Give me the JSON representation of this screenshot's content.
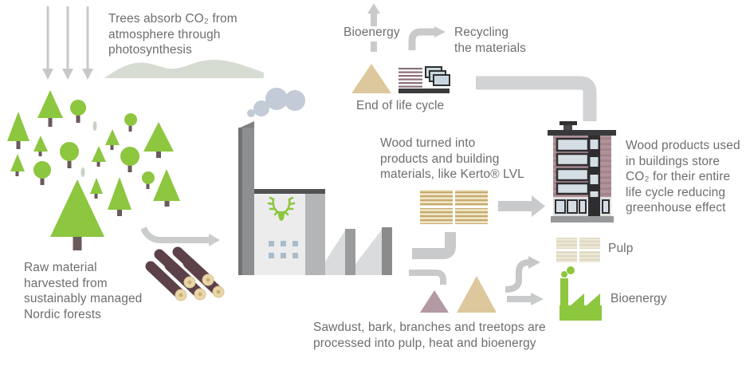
{
  "title": "Wood life cycle diagram",
  "labels": {
    "absorb": "Trees absorb CO₂ from\natmosphere through\nphotosynthesis",
    "raw_material": "Raw material\nharvested from\nsustainably managed\nNordic forests",
    "bioenergy_top": "Bioenergy",
    "recycling": "Recycling\nthe materials",
    "end_of_life": "End of life cycle",
    "wood_turned": "Wood turned into\nproducts and building\nmaterials, like Kerto® LVL",
    "wood_products": "Wood products used\nin buildings store\nCO₂ for their entire\nlife cycle reducing\ngreenhouse effect",
    "pulp": "Pulp",
    "bioenergy_bottom": "Bioenergy",
    "sawdust": "Sawdust, bark, branches and treetops are\nprocessed into pulp, heat and bioenergy"
  },
  "icons": {
    "co2-arrows-icon": "three gray arrows pointing down (CO2 absorption)",
    "hill-icon": "pale sage hill silhouette",
    "forest-icon": "green conifer and round trees with trunks",
    "harvest-arrow-icon": "curved gray arrow from forest to mill",
    "logs-icon": "stack of five harvested logs",
    "factory-icon": "wood mill with chimney, smoke and sawtooth roof",
    "moose-logo-icon": "green moose head logo on mill facade",
    "bioenergy-up-arrow-icon": "dashed gray arrow pointing up",
    "recycling-arrow-icon": "gray arrow curving up then right",
    "end-of-life-sawdust-icon": "tan triangle pile",
    "end-of-life-stack-icon": "striped material stack on dark base",
    "end-of-life-panels-icon": "three stacked framed panels",
    "building-pipe-icon": "thick gray pipe from building roof to end-of-life",
    "kerto-stack-icon": "2x2 stack of laminated veneer lumber",
    "arrow-to-building-icon": "fat gray arrow pointing right",
    "apartment-building-icon": "multi-storey wooden apartment building",
    "byproduct-pipe-icons": "two gray elbow pipes from mill",
    "bark-triangle-icon": "small mauve pile",
    "sawdust-triangle-icon": "large tan pile",
    "pulp-arrow-icon": "S-curved gray arrow up to pulp",
    "pulp-bales-icon": "2x2 cream pulp bales",
    "bioenergy-arrow-icon": "straight gray arrow right",
    "green-factory-icon": "green bioenergy plant with smoke"
  },
  "colors": {
    "accent_green": "#8DC63F",
    "text_gray": "#6D6E70",
    "arrow_gray": "#C9CACB",
    "pipe_gray": "#D2D3D4",
    "smoke_blue": "#C2CBD6",
    "hill_sage": "#D7DCD3",
    "tan": "#DCC89C",
    "mauve": "#B399A3",
    "log_brown": "#5C4149",
    "log_end": "#E8D6AA",
    "wall_mauve": "#B29299",
    "window_blue": "#D5DEE4",
    "dark": "#323234",
    "kerto_tan": "#C5A96B",
    "pulp_cream": "#ECE7D6"
  }
}
